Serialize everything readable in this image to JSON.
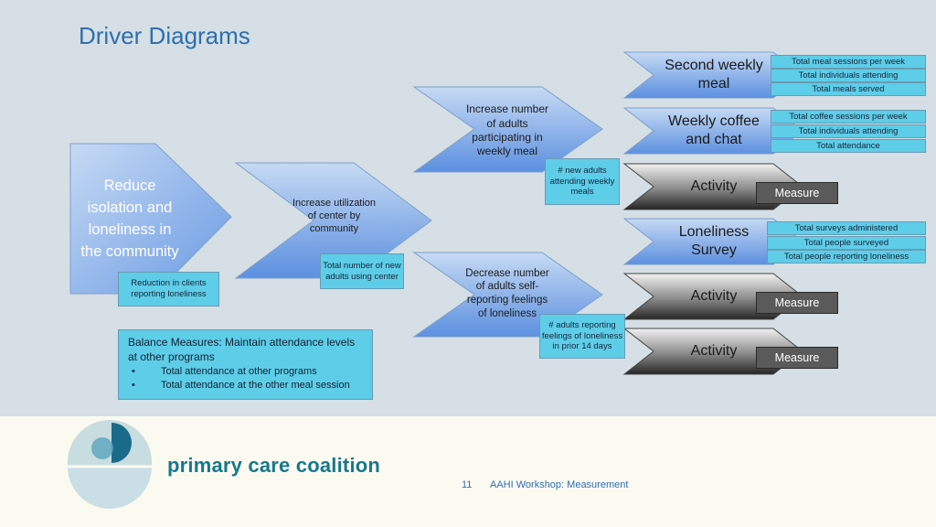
{
  "title": "Driver Diagrams",
  "aim": {
    "label": "Reduce isolation and loneliness in the community",
    "measure": "Reduction in clients reporting loneliness"
  },
  "primary_driver": {
    "label": "Increase utilization of center by community",
    "measure": "Total number of new adults using center"
  },
  "secondary_drivers": [
    {
      "label": "Increase number of adults participating in weekly meal",
      "measure": "# new adults attending weekly meals"
    },
    {
      "label": "Decrease number of adults self-reporting feelings of loneliness",
      "measure": "# adults reporting feelings of loneliness in prior 14 days"
    }
  ],
  "change_ideas": [
    {
      "label": "Second weekly meal",
      "measures": [
        "Total meal sessions per week",
        "Total individuals attending",
        "Total meals served"
      ]
    },
    {
      "label": "Weekly coffee and chat",
      "measures": [
        "Total coffee sessions per week",
        "Total individuals attending",
        "Total attendance"
      ]
    },
    {
      "label": "Activity",
      "measure": "Measure"
    },
    {
      "label": "Loneliness Survey",
      "measures": [
        "Total surveys administered",
        "Total people surveyed",
        "Total people reporting loneliness"
      ]
    },
    {
      "label": "Activity",
      "measure": "Measure"
    },
    {
      "label": "Activity",
      "measure": "Measure"
    }
  ],
  "balance": {
    "heading": "Balance Measures: Maintain attendance levels at other programs",
    "bullet_symbol": "•",
    "items": [
      "Total attendance at other programs",
      "Total attendance at the other meal session"
    ]
  },
  "footer": {
    "org": "primary care coalition",
    "page": "11",
    "workshop": "AAHI Workshop: Measurement"
  },
  "colors": {
    "blue_light": "#c3d8f3",
    "blue_dark": "#5b8ee0",
    "grey_light": "#ececec",
    "grey_dark": "#2a2a2a",
    "tag": "#5ecde8",
    "title": "#2e6fae"
  }
}
